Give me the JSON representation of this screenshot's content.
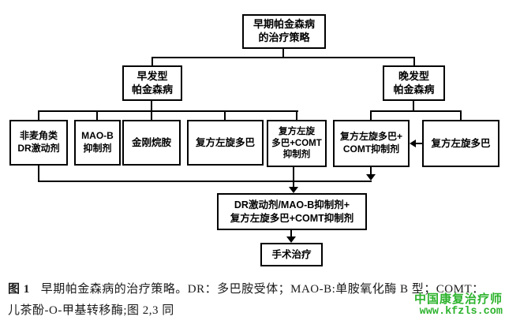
{
  "flowchart": {
    "nodes": {
      "root": {
        "label": "早期帕金森病\n的治疗策略"
      },
      "early_onset": {
        "label": "早发型\n帕金森病"
      },
      "late_onset": {
        "label": "晚发型\n帕金森病"
      },
      "non_ergot_dr": {
        "label": "非麦角类\nDR激动剂"
      },
      "mao_b_inhibitor": {
        "label": "MAO-B\n抑制剂"
      },
      "amantadine": {
        "label": "金刚烷胺"
      },
      "levodopa_early": {
        "label": "复方左旋多巴"
      },
      "levodopa_comt_early": {
        "label": "复方左旋\n多巴+COMT\n抑制剂"
      },
      "levodopa_comt_late": {
        "label": "复方左旋多巴+\nCOMT抑制剂"
      },
      "levodopa_late": {
        "label": "复方左旋多巴"
      },
      "combination_therapy": {
        "label": "DR激动剂/MAO-B抑制剂+\n复方左旋多巴+COMT抑制剂"
      },
      "surgery": {
        "label": "手术治疗"
      }
    }
  },
  "caption": {
    "figure_label": "图 1",
    "line1_rest": "早期帕金森病的治疗策略。DR：多巴胺受体；MAO-B:单胺氧化酶 B 型；COMT：",
    "line2": "儿茶酚-O-甲基转移酶;图 2,3 同"
  },
  "watermark": {
    "title": "中国康复治疗师",
    "url": "www.kfzls.com",
    "color": "#2db32d"
  }
}
